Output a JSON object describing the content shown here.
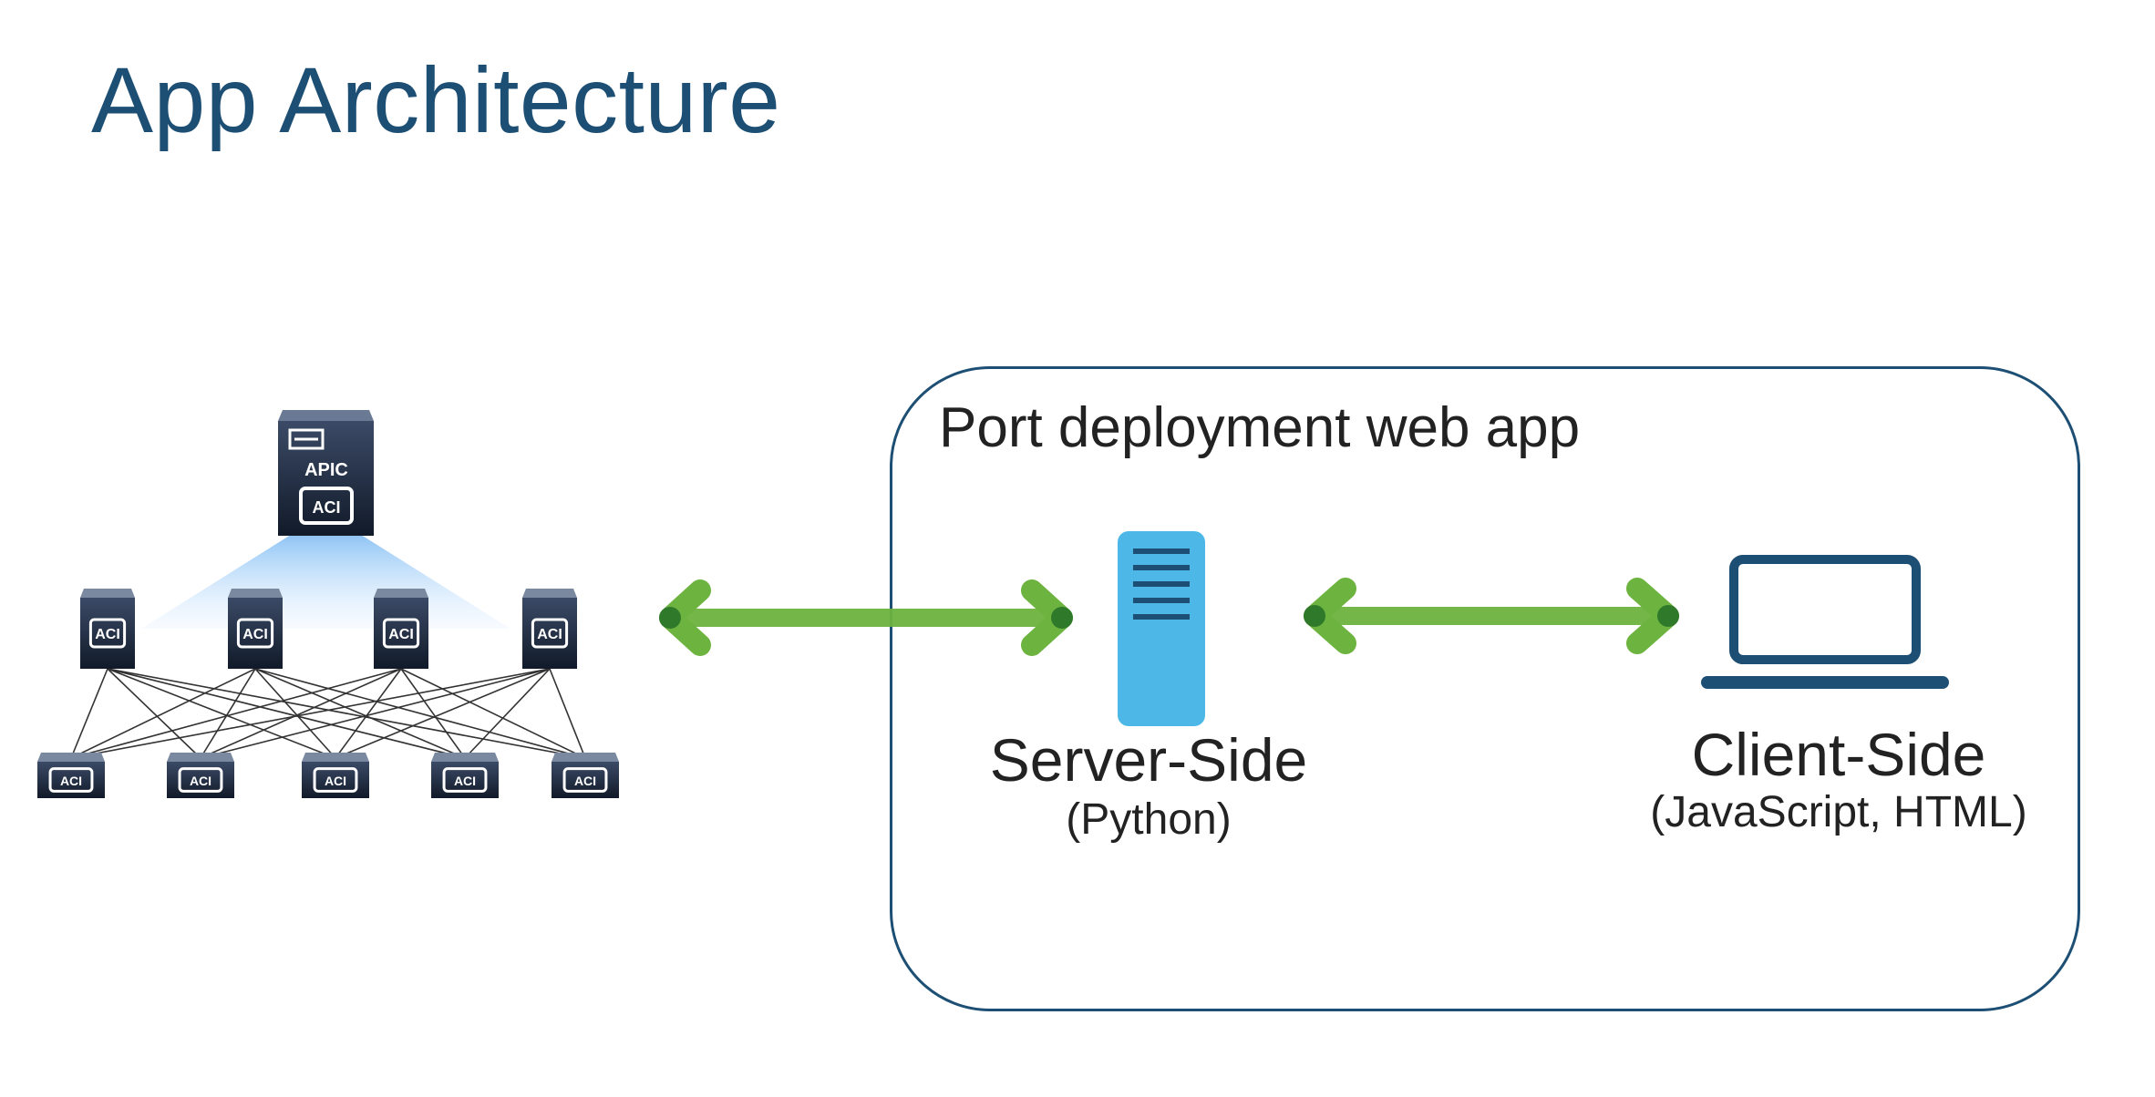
{
  "title": "App Architecture",
  "app_box": {
    "label": "Port deployment web app"
  },
  "server": {
    "title": "Server-Side",
    "subtitle": "(Python)"
  },
  "client": {
    "title": "Client-Side",
    "subtitle": "(JavaScript, HTML)"
  },
  "fabric": {
    "controller_label": "APIC",
    "node_label": "ACI",
    "spine_count": 4,
    "leaf_count": 5
  },
  "colors": {
    "title": "#1d4f74",
    "box_border": "#1d4f74",
    "arrow": "#6db33f",
    "arrow_dark": "#2f7a2a",
    "server": "#4db8e8",
    "laptop": "#1d4f74",
    "device_dark": "#1b2536"
  }
}
